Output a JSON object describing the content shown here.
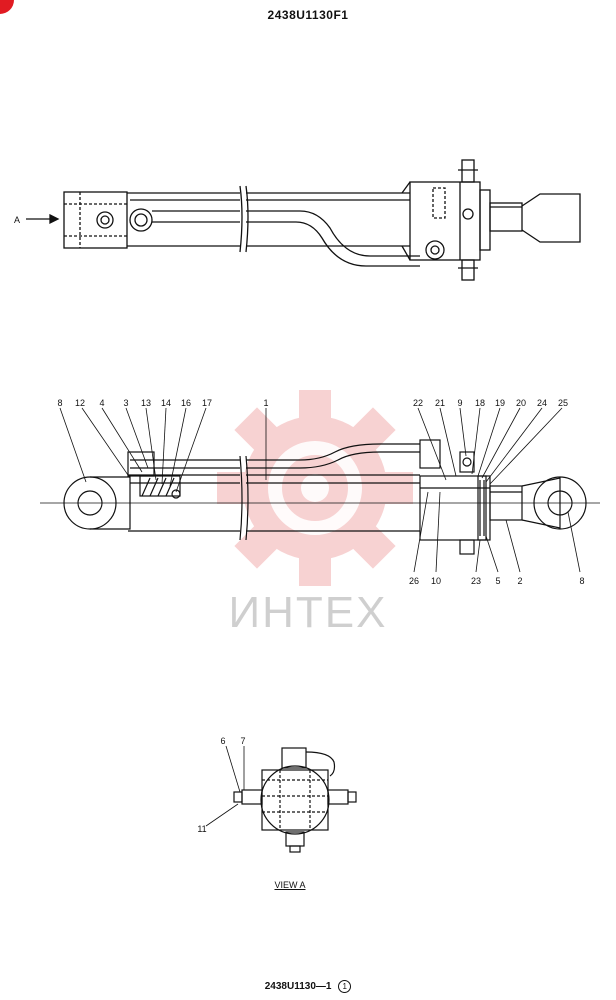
{
  "header": {
    "drawing_number": "2438U1130F1"
  },
  "footer": {
    "sheet_ref": "2438U1130—1",
    "revision": "1"
  },
  "view": {
    "arrow_label": "A",
    "view_title": "VIEW A"
  },
  "watermark": {
    "text": "ИНТЕХ"
  },
  "callouts_top": [
    {
      "label": "8"
    },
    {
      "label": "12"
    },
    {
      "label": "4"
    },
    {
      "label": "3"
    },
    {
      "label": "13"
    },
    {
      "label": "14"
    },
    {
      "label": "16"
    },
    {
      "label": "17"
    },
    {
      "label": "1"
    },
    {
      "label": "22"
    },
    {
      "label": "21"
    },
    {
      "label": "9"
    },
    {
      "label": "18"
    },
    {
      "label": "19"
    },
    {
      "label": "20"
    },
    {
      "label": "24"
    },
    {
      "label": "25"
    }
  ],
  "callouts_bottom": [
    {
      "label": "26"
    },
    {
      "label": "10"
    },
    {
      "label": "23"
    },
    {
      "label": "5"
    },
    {
      "label": "2"
    },
    {
      "label": "8"
    }
  ],
  "callouts_view": [
    {
      "label": "6"
    },
    {
      "label": "7"
    },
    {
      "label": "11"
    }
  ],
  "colors": {
    "line": "#111111",
    "watermark": "#f2b5b5",
    "corner": "#e11b22"
  }
}
